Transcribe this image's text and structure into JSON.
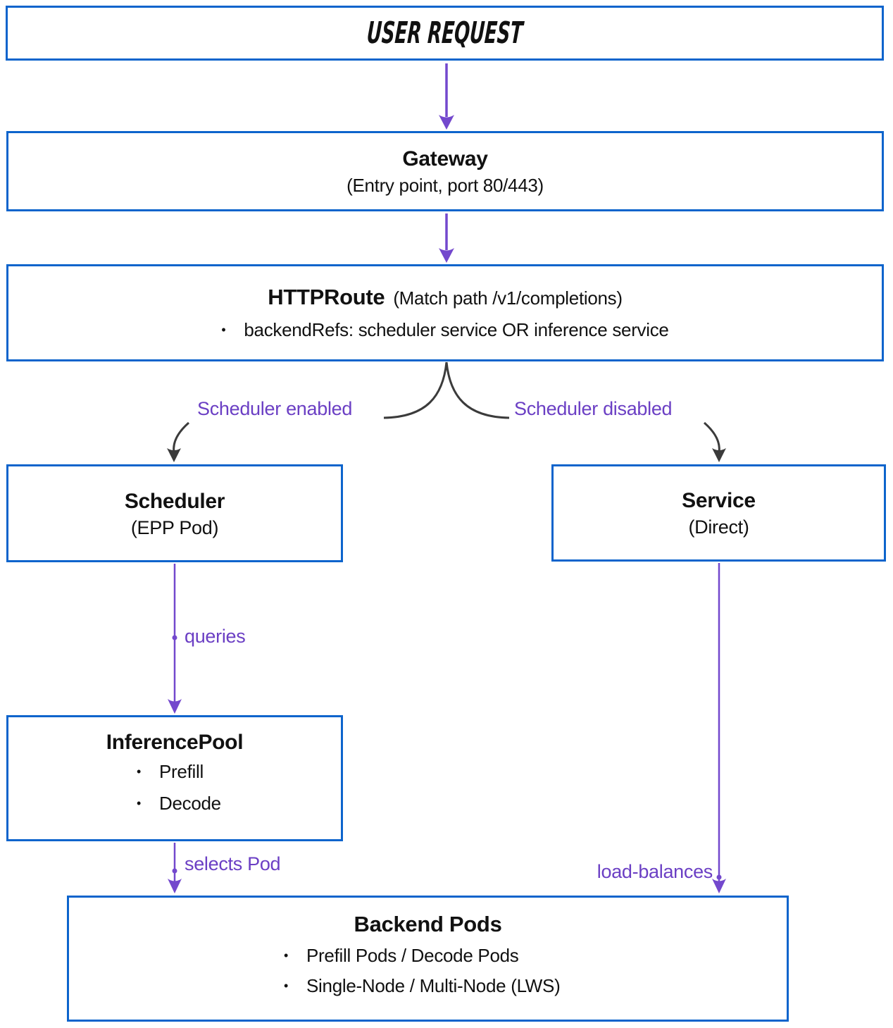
{
  "diagram": {
    "nodes": {
      "user_request": {
        "title": "USER REQUEST"
      },
      "gateway": {
        "title": "Gateway",
        "subtitle": "(Entry point, port 80/443)"
      },
      "httproute": {
        "title": "HTTPRoute",
        "title_suffix": "(Match path /v1/completions)",
        "bullets": [
          "backendRefs: scheduler service OR inference service"
        ]
      },
      "scheduler": {
        "title": "Scheduler",
        "subtitle": "(EPP Pod)"
      },
      "service": {
        "title": "Service",
        "subtitle": "(Direct)"
      },
      "inference_pool": {
        "title": "InferencePool",
        "bullets": [
          "Prefill",
          "Decode"
        ]
      },
      "backend_pods": {
        "title": "Backend Pods",
        "bullets": [
          "Prefill Pods / Decode Pods",
          "Single-Node / Multi-Node (LWS)"
        ]
      }
    },
    "edge_labels": {
      "scheduler_enabled": "Scheduler enabled",
      "scheduler_disabled": "Scheduler disabled",
      "queries": "queries",
      "selects_pod": "selects Pod",
      "load_balances": "load-balances"
    },
    "bullet_glyph": "•",
    "colors": {
      "box_border": "#0d64cc",
      "arrow_purple": "#7348cd",
      "label_purple": "#6b3fc4",
      "curve_dark": "#3b3b3b",
      "text": "#111111"
    }
  }
}
